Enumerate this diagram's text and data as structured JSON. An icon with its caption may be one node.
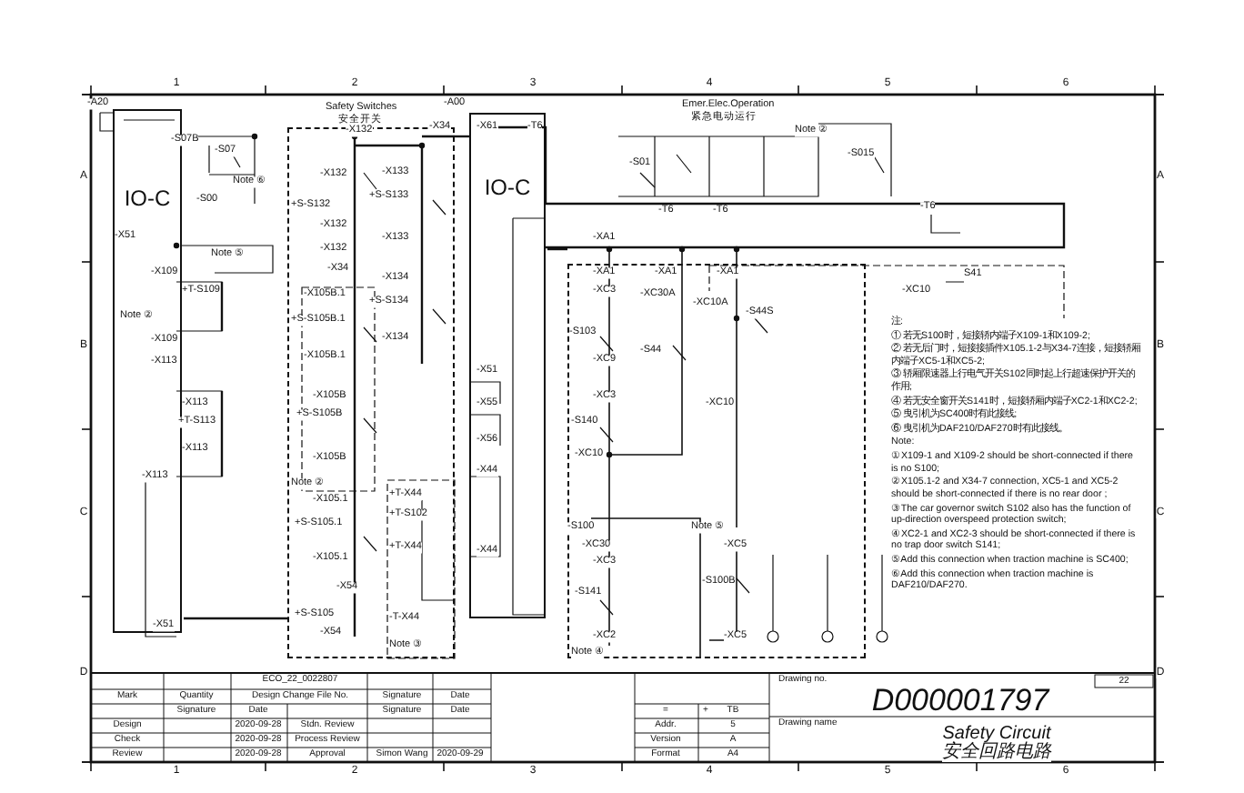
{
  "diagram": {
    "nodes": [
      {
        "text": [
          "IO-C"
        ]
      },
      {
        "text": [
          "Safety Switches",
          "安全开关"
        ]
      },
      {
        "text": [
          "IO-C"
        ]
      },
      {
        "text": [],
        "shape": "box"
      }
    ],
    "edges": [
      {
        "from": 0,
        "to": 1,
        "arrow": "none"
      },
      {
        "from": 1,
        "to": 2,
        "arrow": "none"
      },
      {
        "from": 2,
        "to": 3,
        "arrow": "none"
      }
    ],
    "labels": [
      "1",
      "2",
      "3",
      "4",
      "5",
      "6",
      "A",
      "B",
      "C",
      "D",
      "A",
      "B",
      "C",
      "D",
      "-A20",
      "-S07B",
      "-S07",
      "-S00",
      "Note ⑥",
      "Note ⑤",
      "-X51",
      "-X109",
      "+T-S109",
      "Note ②",
      "-X109",
      "-X113",
      "-X113",
      "+T-S113",
      "-X113",
      "-X113",
      "-X51",
      "-X132",
      "-X132",
      "+S-S132",
      "-X132",
      "-X132",
      "-X34",
      "-X105B.1",
      "+S-S105B.1",
      "-X105B.1",
      "-X105B",
      "+S-S105B",
      "-X105B",
      "Note ②",
      "-X105.1",
      "+S-S105.1",
      "-X105.1",
      "-X54",
      "+S-S105",
      "-X54",
      "-X133",
      "+S-S133",
      "-X133",
      "-X134",
      "+S-S134",
      "-X134",
      "-X34",
      "+T-X44",
      "+T-S102",
      "+T-X44",
      "-T-X44",
      "Note ③",
      "-A00",
      "-X61",
      "-T6",
      "-X51",
      "-X55",
      "-X56",
      "-X44",
      "-X44",
      "-S01",
      "Note ②",
      "-S015",
      "-T6",
      "-T6",
      "-T6",
      "-XA1",
      "-XA1",
      "-XA1",
      "-XA1",
      "-XC3",
      "-XC30A",
      "-XC10A",
      "-S44S",
      "-S103",
      "-S44",
      "-XC9",
      "-XC3",
      "-S140",
      "-XC10",
      "S41",
      "-XC10",
      "-XC10",
      "-S100",
      "-XC30",
      "-XC3",
      "-S141",
      "-XC2",
      "Note ④",
      "Note ⑤",
      "-XC5",
      "-S100B",
      "-XC5",
      "注:",
      "① 若无S100时，短接轿内端子X109-1和X109-2;",
      "② 若无后门时，短接接插件X105.1-2与X34-7连接，短接轿厢内端子XC5-1和XC5-2;",
      "③ 轿厢限速器上行电气开关S102同时起上行超速保护开关的作用;",
      "④ 若无安全窗开关S141时，短接轿厢内端子XC2-1和XC2-2;",
      "⑤ 曳引机为SC400时有此接线;",
      "⑥ 曳引机为DAF210/DAF270时有此接线。",
      "Note:",
      "① X109-1 and X109-2 should be short-connected if there is no S100;",
      "② X105.1-2 and X34-7 connection, XC5-1 and XC5-2 should be short-connected if there is no rear door ;",
      "③ The car governor switch S102 also has the function of up-direction overspeed protection switch;",
      "④ XC2-1 and XC2-3 should be short-connected if there is no trap door switch S141;",
      "⑤ Add this connection when traction machine is SC400;",
      "⑥ Add this connection when traction machine is DAF210/DAF270.",
      "ECO_22_0022807",
      "Mark",
      "Quantity",
      "Design Change File No.",
      "Signature",
      "Date",
      "Signature",
      "Date",
      "Signature",
      "Date",
      "Design",
      "2020-09-28",
      "Stdn. Review",
      "Check",
      "2020-09-28",
      "Process Review",
      "Review",
      "2020-09-28",
      "Approval",
      "Simon Wang",
      "2020-09-29",
      "=",
      "+",
      "TB",
      "Addr.",
      "5",
      "Version",
      "A",
      "Format",
      "A4",
      "Drawing no.",
      "22",
      "D000001797",
      "Drawing name",
      "Safety Circuit",
      "安全回路电路",
      "1",
      "2",
      "3",
      "4",
      "5",
      "6",
      "Emer.Elec.Operation",
      "紧急电动运行"
    ]
  }
}
